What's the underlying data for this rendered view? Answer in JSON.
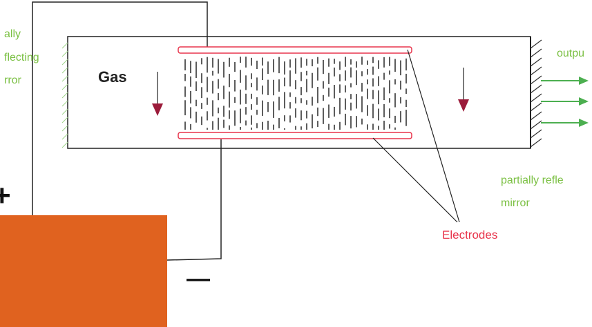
{
  "labels": {
    "left_mirror": [
      "ally",
      "flecting",
      "rror"
    ],
    "gas": "Gas",
    "output": "outpu",
    "right_mirror": [
      "partially refle",
      "mirror"
    ],
    "electrodes": "Electrodes",
    "plus": "+",
    "minus": "—"
  },
  "colors": {
    "label_green": "#7bc043",
    "electrode": "#e8344b",
    "arrow": "#9b1b3a",
    "battery": "#e0621f",
    "output_arrow": "#4caf50",
    "line": "#222222"
  }
}
